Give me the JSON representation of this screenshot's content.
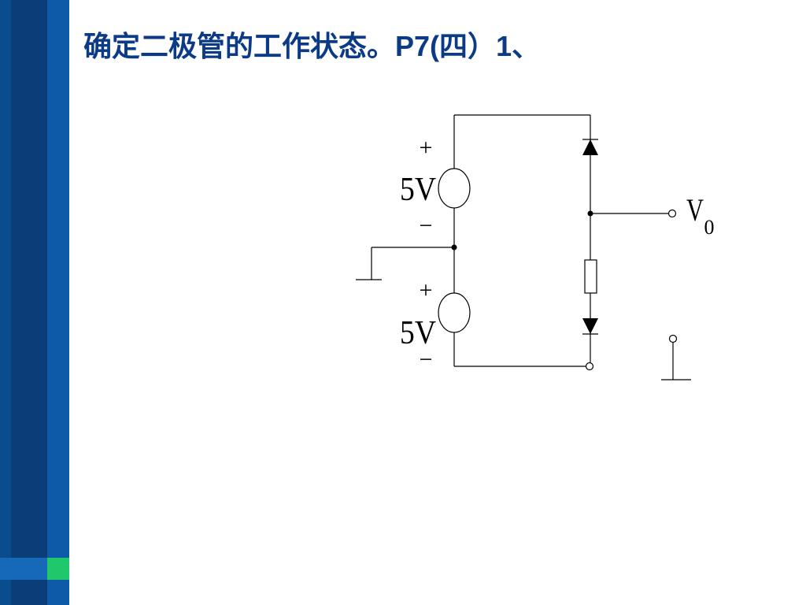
{
  "title": {
    "text_cn": "确定二极管的工作状态。",
    "text_ref": "P7(",
    "text_cn2": "四）",
    "text_num": "1、"
  },
  "circuit": {
    "source_top": {
      "plus": "+",
      "value": "5V",
      "minus": "−"
    },
    "source_bottom": {
      "plus": "+",
      "value": "5V",
      "minus": "−"
    },
    "output_label": "V",
    "output_sub": "0"
  },
  "colors": {
    "title": "#0b3a86",
    "sidebar_dark": "#0b3e78",
    "sidebar_mid": "#0e5aa8",
    "accent_green": "#1fc96b"
  }
}
